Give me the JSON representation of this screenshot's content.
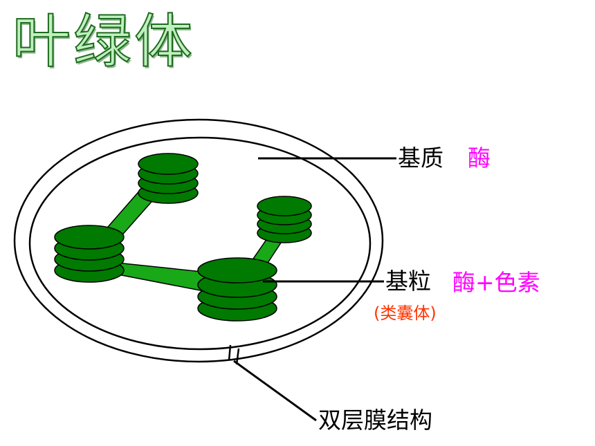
{
  "title": "叶绿体",
  "labels": {
    "stroma": "基质",
    "stroma_content": "酶",
    "granum": "基粒",
    "granum_content": "酶+色素",
    "thylakoid": "(类囊体)",
    "membrane": "双层膜结构"
  },
  "colors": {
    "thylakoid_fill": "#007a00",
    "lamella_fill": "#18a818",
    "highlight": "#ff00ff",
    "note": "#ff3300"
  }
}
